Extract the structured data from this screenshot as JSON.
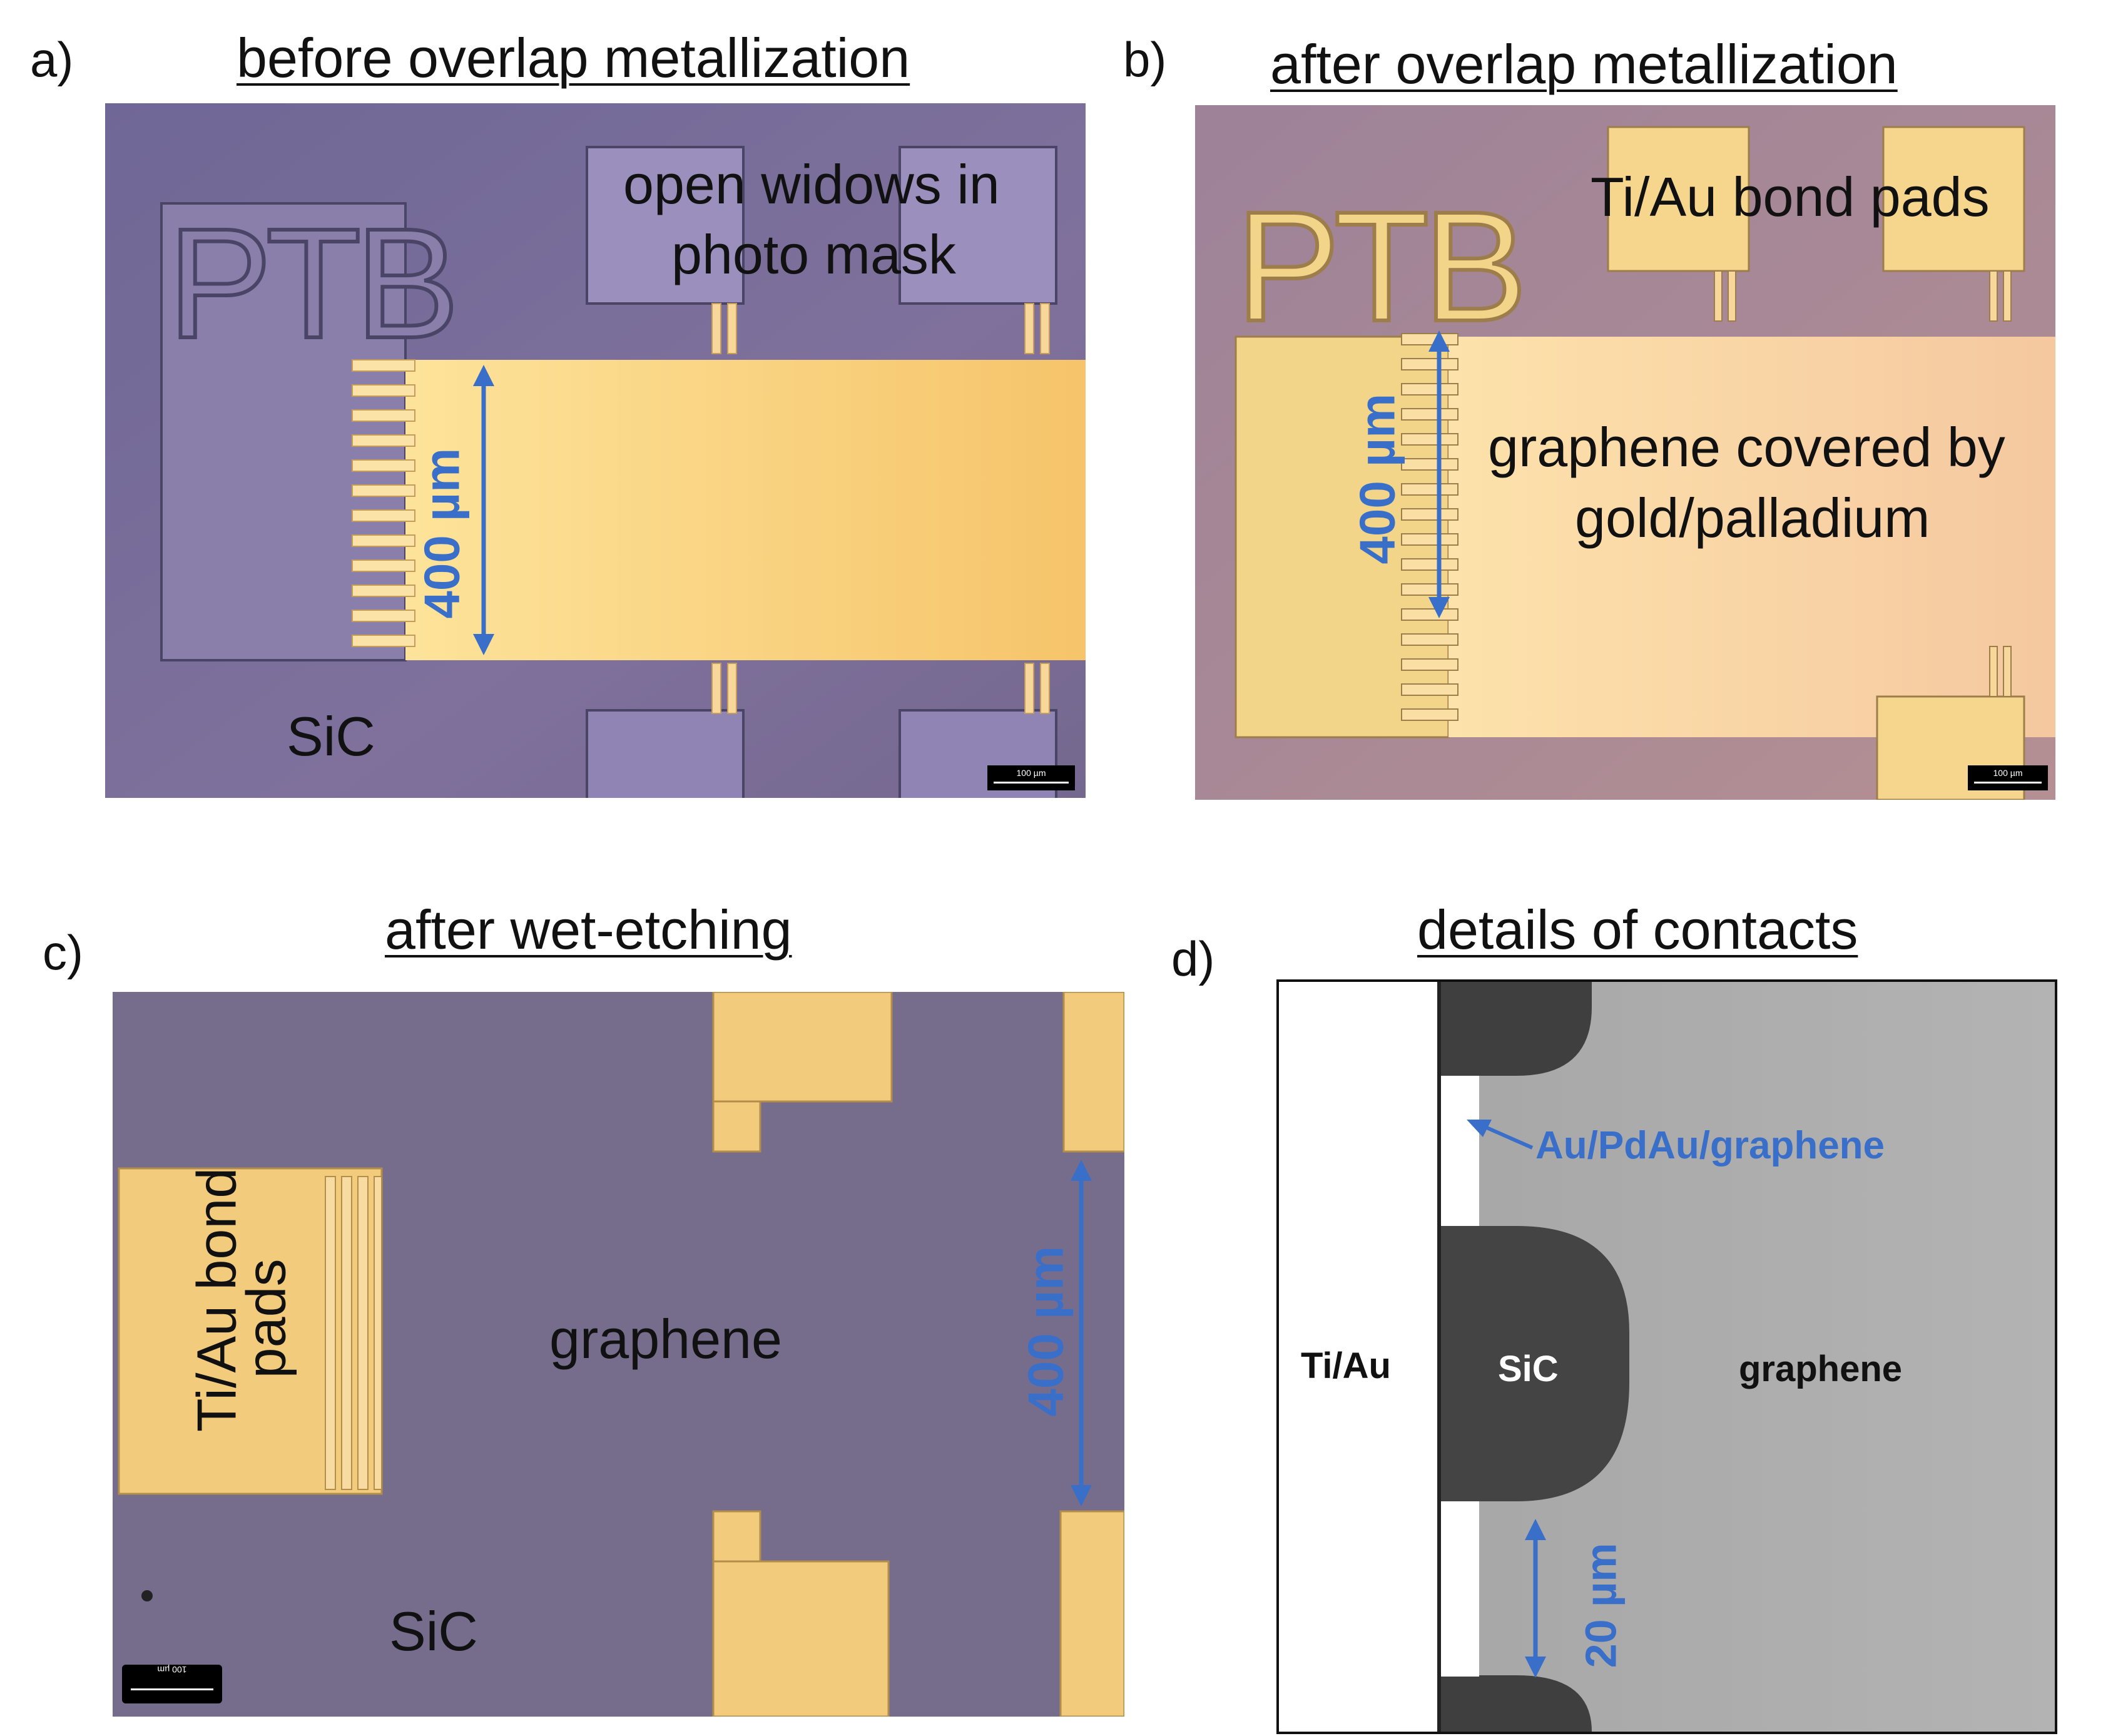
{
  "panels": {
    "a": {
      "letter": "a)",
      "title": "before overlap metallization",
      "annotation_line1": "open widows in",
      "annotation_line2": "photo mask",
      "dimension": "400 µm",
      "substrate": "SiC",
      "logo": "PTB",
      "scale": "100 µm"
    },
    "b": {
      "letter": "b)",
      "title": "after overlap metallization",
      "annotation": "Ti/Au bond pads",
      "dimension": "400 µm",
      "label_line1": "graphene covered by",
      "label_line2": "gold/palladium",
      "logo": "PTB",
      "scale": "100 µm"
    },
    "c": {
      "letter": "c)",
      "title": "after wet-etching",
      "pad_line1": "Ti/Au bond",
      "pad_line2": "pads",
      "center": "graphene",
      "substrate": "SiC",
      "dimension": "400 µm",
      "scale": "100 µm"
    },
    "d": {
      "letter": "d)",
      "title": "details of contacts",
      "arrow_label": "Au/PdAu/graphene",
      "metal": "Ti/Au",
      "substrate": "SiC",
      "graphene": "graphene",
      "dimension": "20 µm"
    }
  },
  "colors": {
    "sic_purple": "#7d6f9c",
    "gold": "#f2cf7e",
    "annotation_blue": "#3a6fc9",
    "sem_gray": "#a8a8a8",
    "sem_dark": "#4a4a4a"
  }
}
